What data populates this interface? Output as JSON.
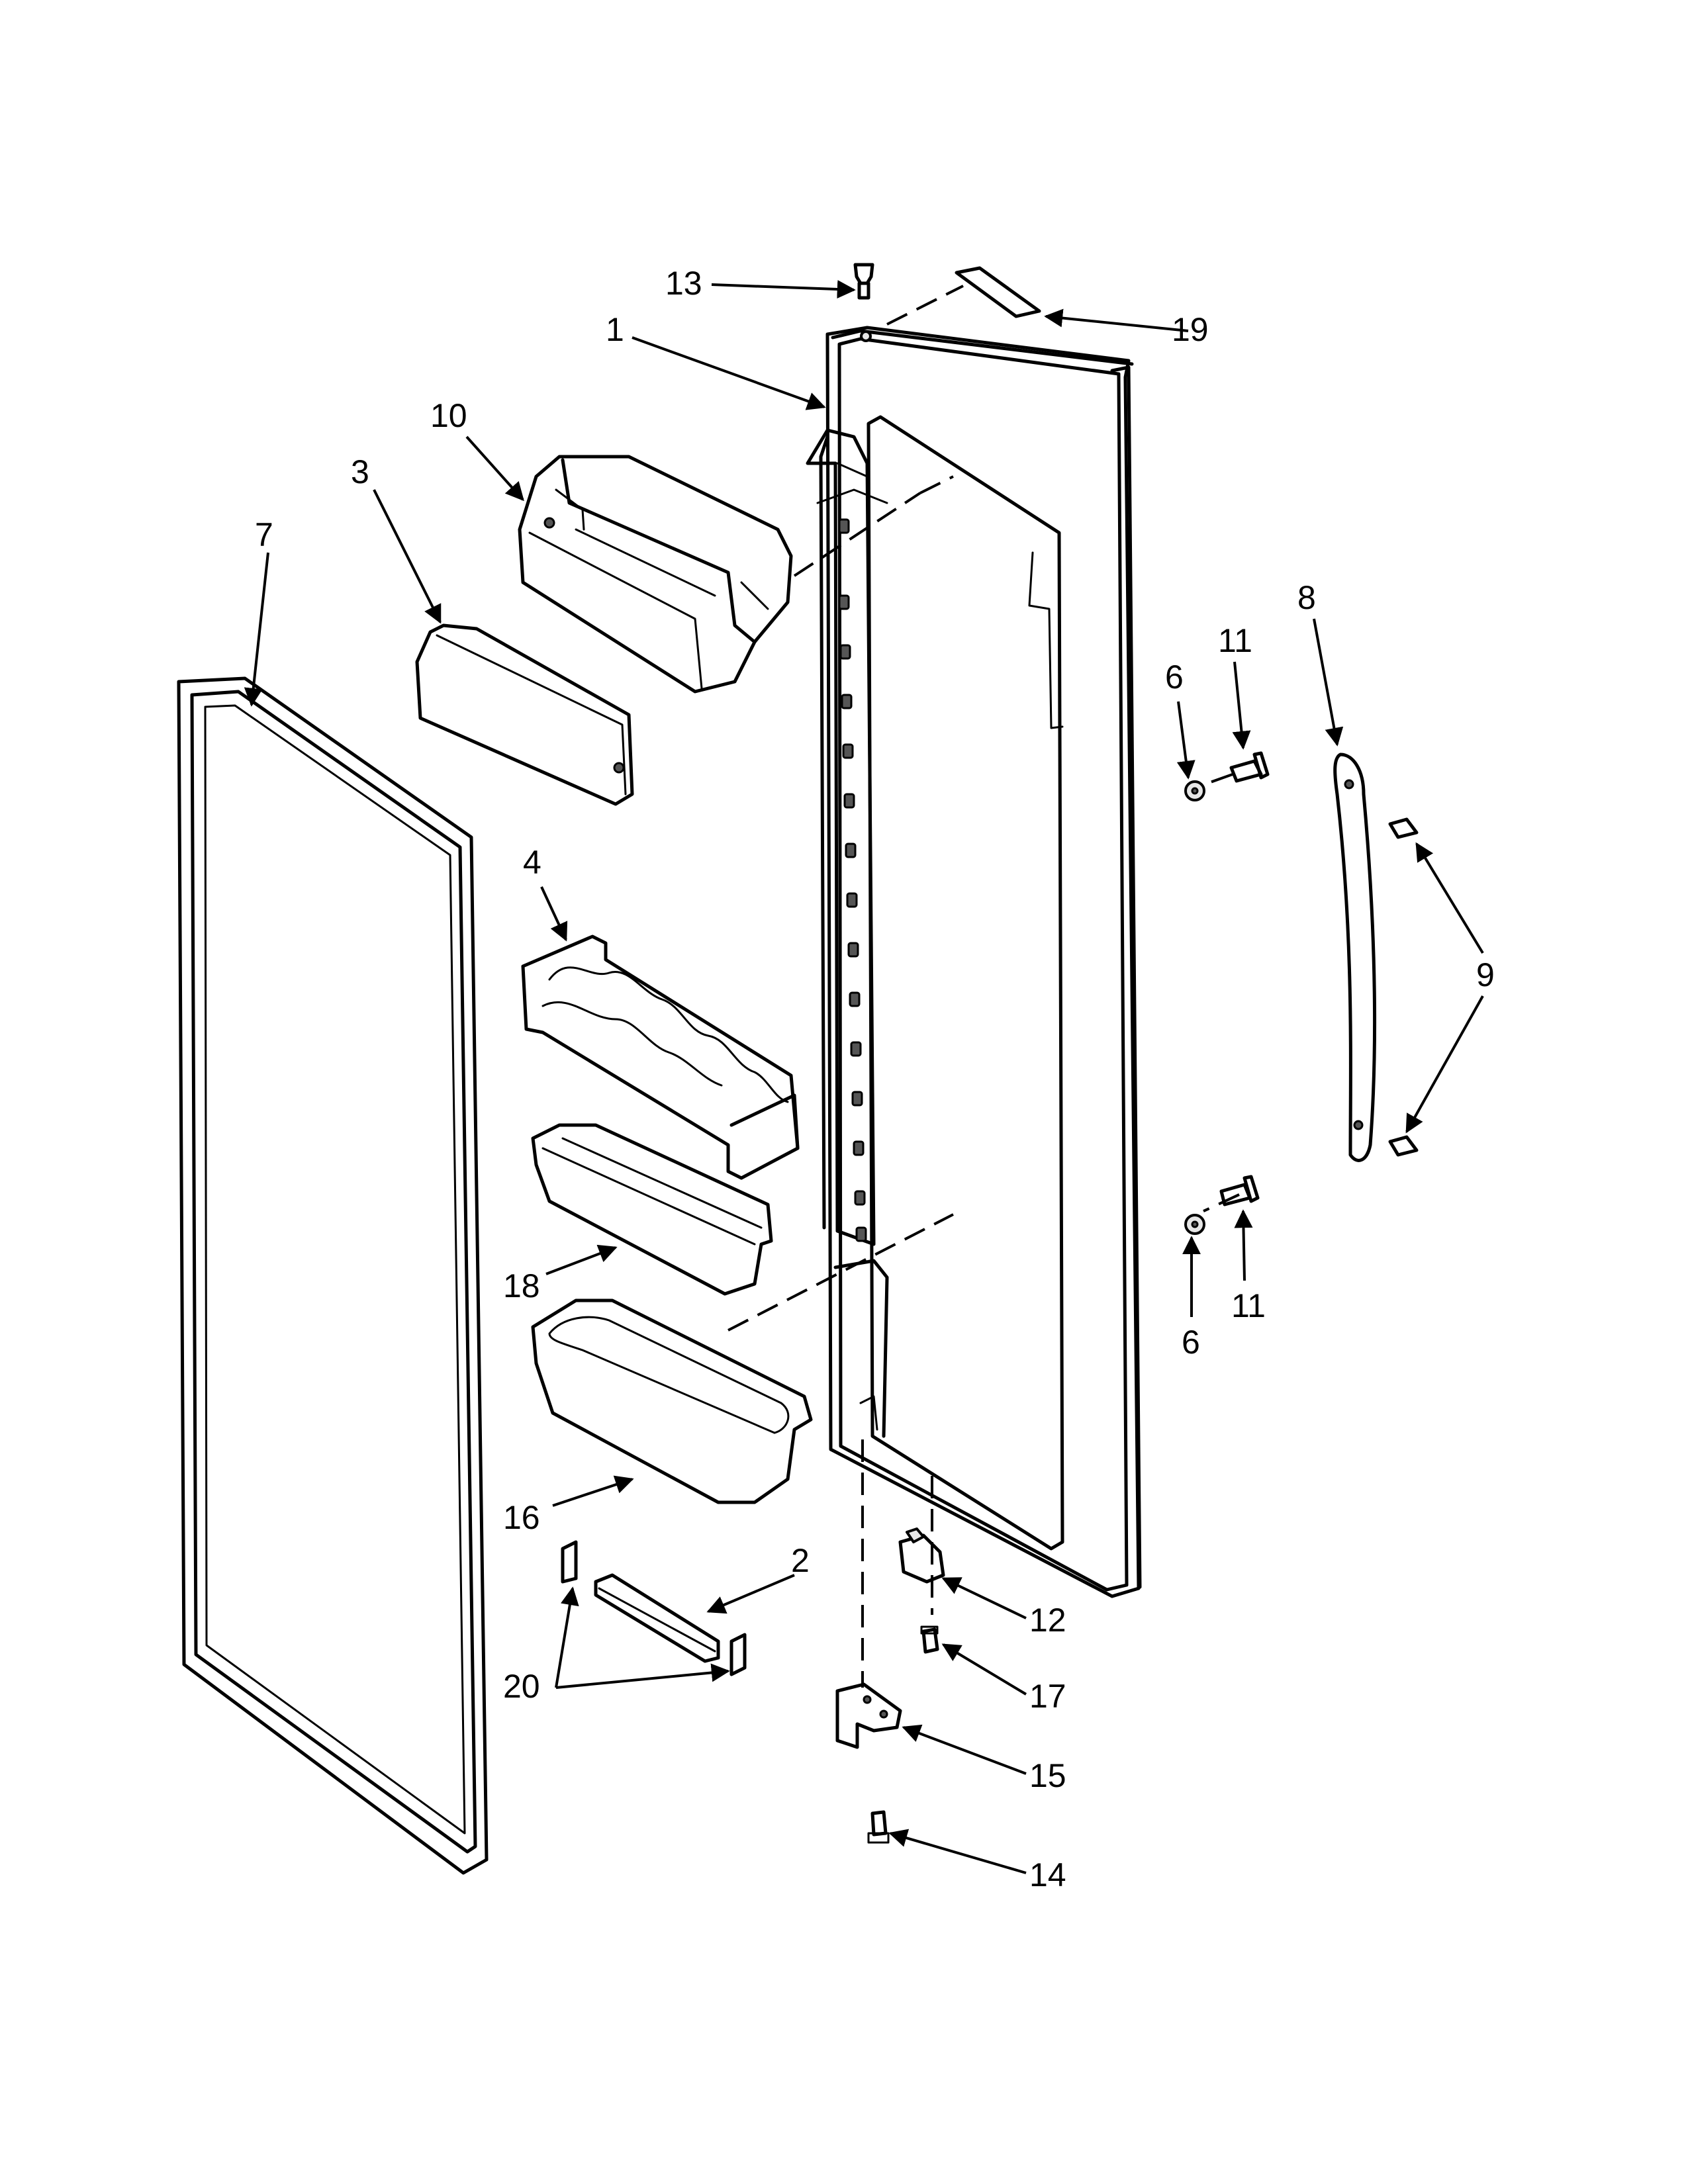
{
  "diagram": {
    "callouts": [
      {
        "id": "c1",
        "label": "1"
      },
      {
        "id": "c2",
        "label": "2"
      },
      {
        "id": "c3",
        "label": "3"
      },
      {
        "id": "c4",
        "label": "4"
      },
      {
        "id": "c6a",
        "label": "6"
      },
      {
        "id": "c6b",
        "label": "6"
      },
      {
        "id": "c7",
        "label": "7"
      },
      {
        "id": "c8",
        "label": "8"
      },
      {
        "id": "c9",
        "label": "9"
      },
      {
        "id": "c10",
        "label": "10"
      },
      {
        "id": "c11a",
        "label": "11"
      },
      {
        "id": "c11b",
        "label": "11"
      },
      {
        "id": "c12",
        "label": "12"
      },
      {
        "id": "c13",
        "label": "13"
      },
      {
        "id": "c14",
        "label": "14"
      },
      {
        "id": "c15",
        "label": "15"
      },
      {
        "id": "c16",
        "label": "16"
      },
      {
        "id": "c17",
        "label": "17"
      },
      {
        "id": "c18",
        "label": "18"
      },
      {
        "id": "c19",
        "label": "19"
      },
      {
        "id": "c20",
        "label": "20"
      }
    ]
  }
}
